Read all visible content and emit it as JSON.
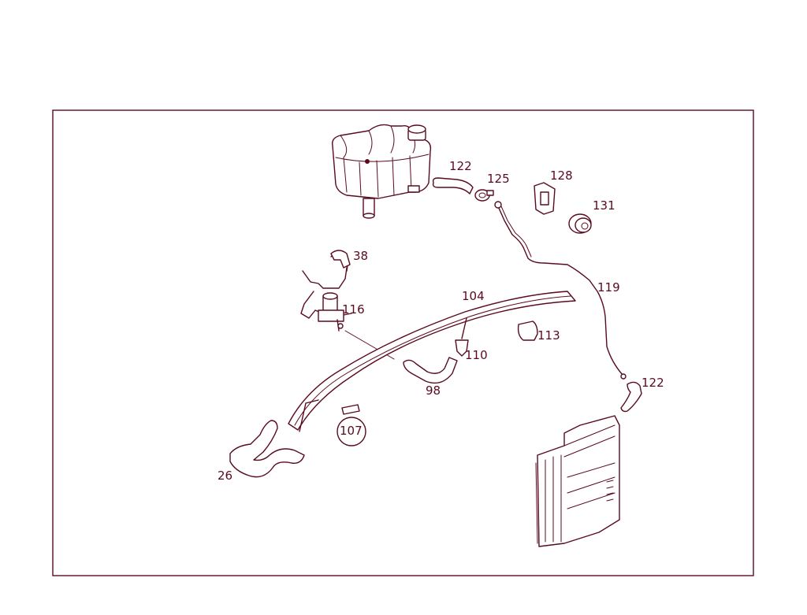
{
  "colors": {
    "line": "#5a0a1e",
    "background": "#ffffff"
  },
  "callouts": {
    "c122a": "122",
    "c125": "125",
    "c128": "128",
    "c131": "131",
    "c38": "38",
    "c116": "116",
    "c104": "104",
    "c119": "119",
    "c113": "113",
    "c110": "110",
    "c98": "98",
    "c122b": "122",
    "c107": "107",
    "c26": "26"
  }
}
